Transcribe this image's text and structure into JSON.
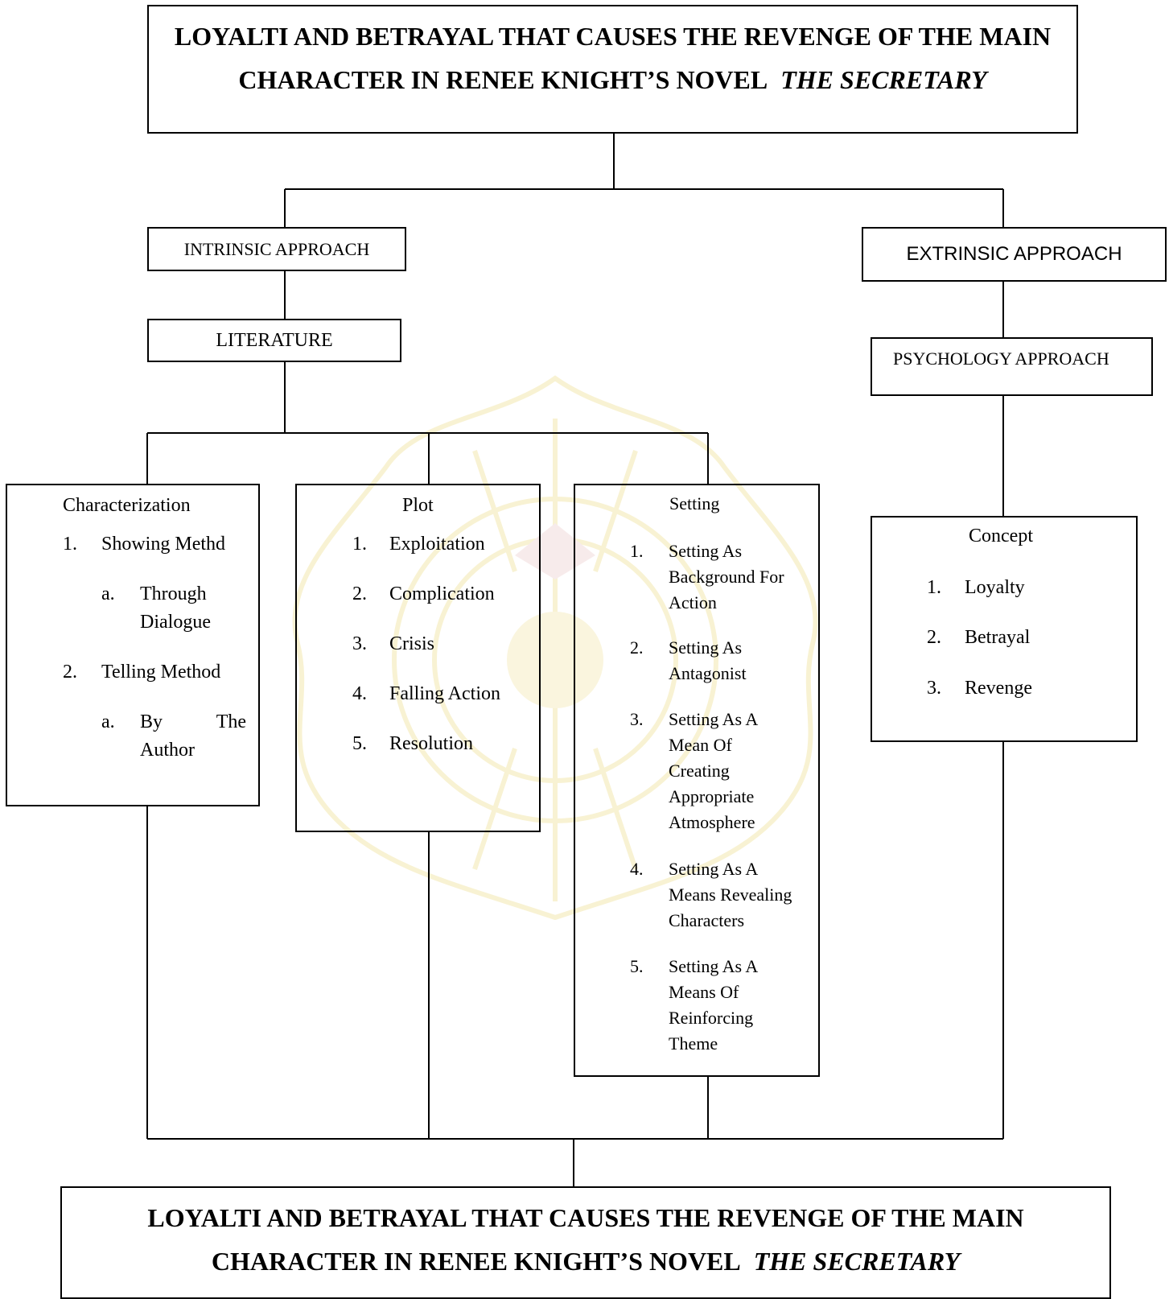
{
  "title_top": {
    "line1": "LOYALTI AND BETRAYAL THAT CAUSES THE REVENGE OF THE MAIN",
    "line2_prefix": "CHARACTER IN RENEE KNIGHT’S NOVEL",
    "line2_italic": "THE SECRETARY"
  },
  "intrinsic": {
    "label": "INTRINSIC APPROACH",
    "literature": "LITERATURE",
    "characterization": {
      "heading": "Characterization",
      "items": [
        {
          "num": "1.",
          "text": "Showing Methd"
        },
        {
          "num": "a.",
          "text1": "Through",
          "text2": "Dialogue"
        },
        {
          "num": "2.",
          "text": "Telling Method"
        },
        {
          "num": "a.",
          "text1a": "By",
          "text1b": "The",
          "text2": "Author"
        }
      ]
    },
    "plot": {
      "heading": "Plot",
      "items": [
        {
          "num": "1.",
          "text": "Exploitation"
        },
        {
          "num": "2.",
          "text": "Complication"
        },
        {
          "num": "3.",
          "text": "Crisis"
        },
        {
          "num": "4.",
          "text": "Falling Action"
        },
        {
          "num": "5.",
          "text": "Resolution"
        }
      ]
    },
    "setting": {
      "heading": "Setting",
      "items": [
        {
          "num": "1.",
          "lines": [
            "Setting As",
            "Background For",
            "Action"
          ]
        },
        {
          "num": "2.",
          "lines": [
            "Setting As",
            "Antagonist"
          ]
        },
        {
          "num": "3.",
          "lines": [
            "Setting As A",
            "Mean Of",
            "Creating",
            "Appropriate",
            "Atmosphere"
          ]
        },
        {
          "num": "4.",
          "lines": [
            "Setting As A",
            "Means Revealing",
            "Characters"
          ]
        },
        {
          "num": "5.",
          "lines": [
            "Setting As A",
            "Means Of",
            "Reinforcing",
            "Theme"
          ]
        }
      ]
    }
  },
  "extrinsic": {
    "label": "EXTRINSIC APPROACH",
    "psychology": "PSYCHOLOGY APPROACH",
    "concept": {
      "heading": "Concept",
      "items": [
        {
          "num": "1.",
          "text": "Loyalty"
        },
        {
          "num": "2.",
          "text": "Betrayal"
        },
        {
          "num": "3.",
          "text": "Revenge"
        }
      ]
    }
  },
  "title_bottom": {
    "line1": "LOYALTI AND BETRAYAL THAT CAUSES THE REVENGE OF THE MAIN",
    "line2_prefix": "CHARACTER IN RENEE KNIGHT’S NOVEL",
    "line2_italic": "THE SECRETARY"
  },
  "colors": {
    "line": "#000000",
    "watermark": "#f3e6a0"
  }
}
